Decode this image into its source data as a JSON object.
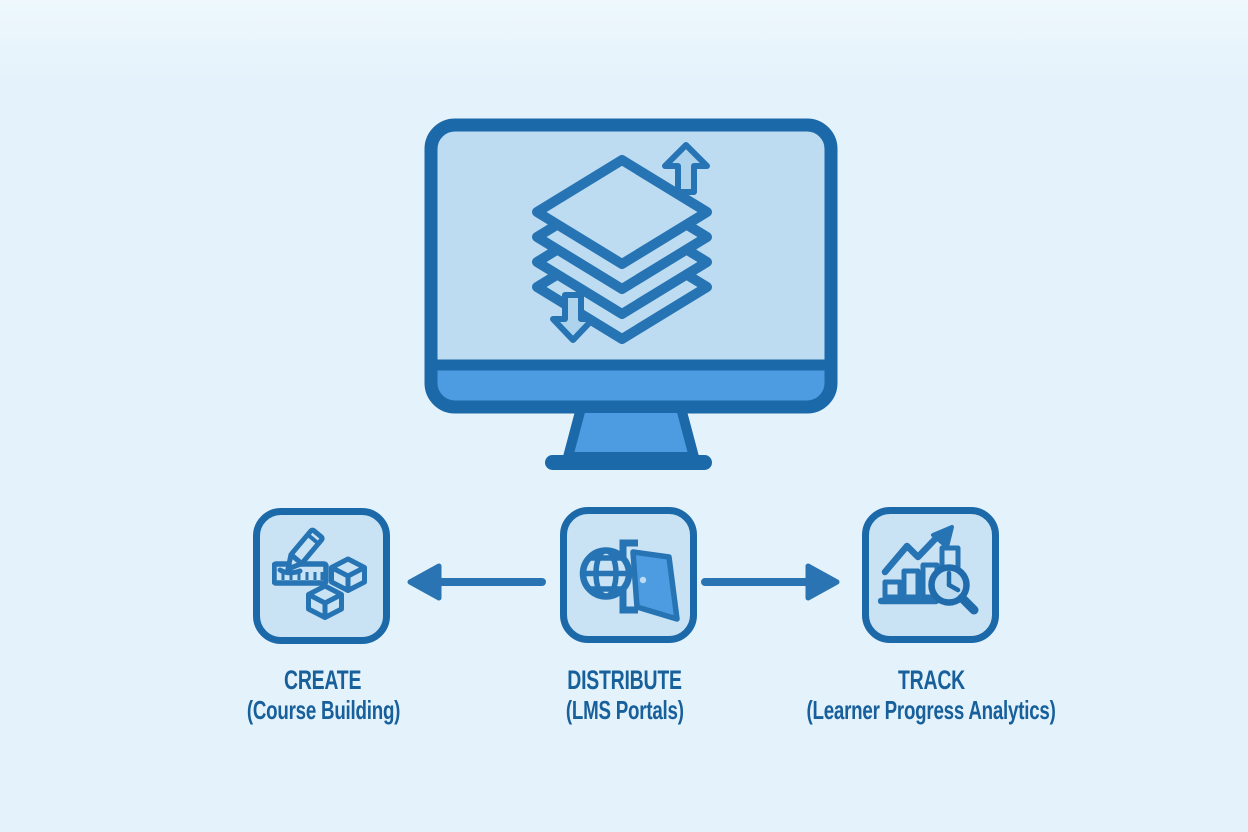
{
  "diagram": {
    "kind": "lms-content-lifecycle",
    "colors": {
      "background": "#e4f2fb",
      "outline_dark": "#1c69a9",
      "icon_stroke": "#2674b4",
      "fill_medium_blue": "#4d9ce1",
      "fill_light_blue": "#bddcf1",
      "box_fill": "#c9e2f4",
      "arrow_light_fill": "#aed4ed",
      "text": "#18609b",
      "flow_arrow": "#2a74b3"
    },
    "monitor": {
      "icon": "content-layers-sync-icon"
    },
    "steps": [
      {
        "title": "CREATE",
        "subtitle": "(Course Building)",
        "icon": "pencil-ruler-blocks-icon"
      },
      {
        "title": "DISTRIBUTE",
        "subtitle": "(LMS Portals)",
        "icon": "globe-open-door-icon"
      },
      {
        "title": "TRACK",
        "subtitle": "(Learner Progress Analytics)",
        "icon": "chart-magnifier-clock-icon"
      }
    ],
    "connectors": [
      {
        "direction": "left"
      },
      {
        "direction": "right"
      }
    ]
  }
}
